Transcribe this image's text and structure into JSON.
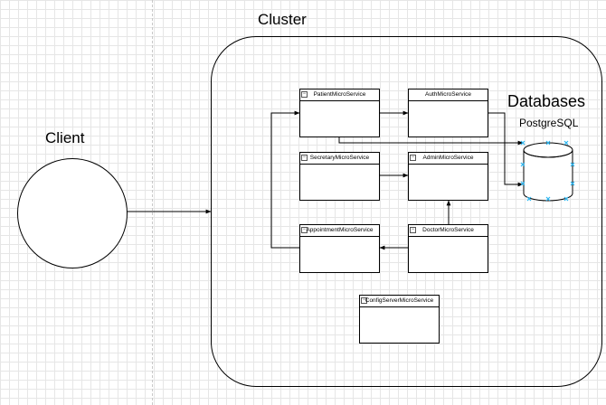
{
  "labels": {
    "client": "Client",
    "cluster": "Cluster",
    "databases": "Databases",
    "postgres": "PostgreSQL"
  },
  "services": {
    "patient": "PatientMicroService",
    "auth": "AuthMicroService",
    "secretary": "SecretaryMicroService",
    "admin": "AdminMicroService",
    "appointment": "AppointmentMicroService",
    "doctor": "DoctorMicroService",
    "config": "ConfigServerMicroService"
  },
  "colors": {
    "line": "#000000",
    "selection_handle": "#29b6f2",
    "grid": "#e6e6e6"
  }
}
